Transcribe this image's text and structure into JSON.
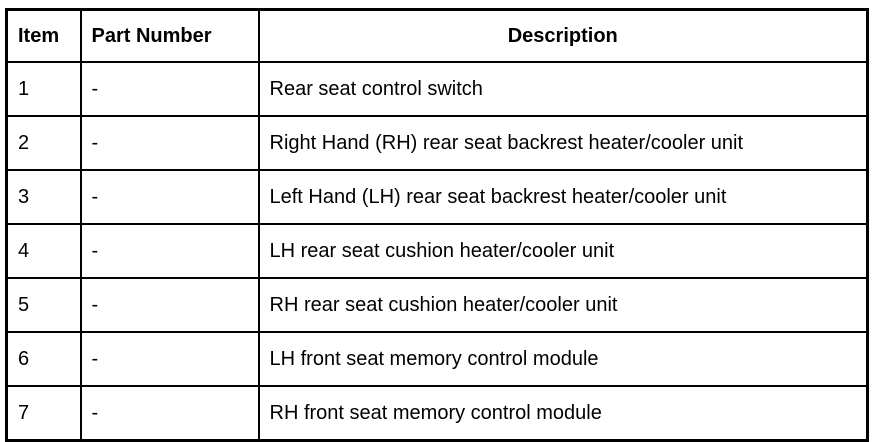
{
  "table": {
    "columns": [
      {
        "key": "item",
        "label": "Item",
        "align": "left"
      },
      {
        "key": "part_number",
        "label": "Part Number",
        "align": "left"
      },
      {
        "key": "description",
        "label": "Description",
        "align": "center"
      }
    ],
    "rows": [
      {
        "item": "1",
        "part_number": "-",
        "description": "Rear seat control switch"
      },
      {
        "item": "2",
        "part_number": "-",
        "description": "Right Hand (RH) rear seat backrest heater/cooler unit"
      },
      {
        "item": "3",
        "part_number": "-",
        "description": "Left Hand (LH) rear seat backrest heater/cooler unit"
      },
      {
        "item": "4",
        "part_number": "-",
        "description": "LH rear seat cushion heater/cooler unit"
      },
      {
        "item": "5",
        "part_number": "-",
        "description": "RH rear seat cushion heater/cooler unit"
      },
      {
        "item": "6",
        "part_number": "-",
        "description": "LH front seat memory control module"
      },
      {
        "item": "7",
        "part_number": "-",
        "description": "RH front seat memory control module"
      }
    ]
  },
  "colors": {
    "background": "#ffffff",
    "text": "#000000",
    "border": "#000000"
  }
}
